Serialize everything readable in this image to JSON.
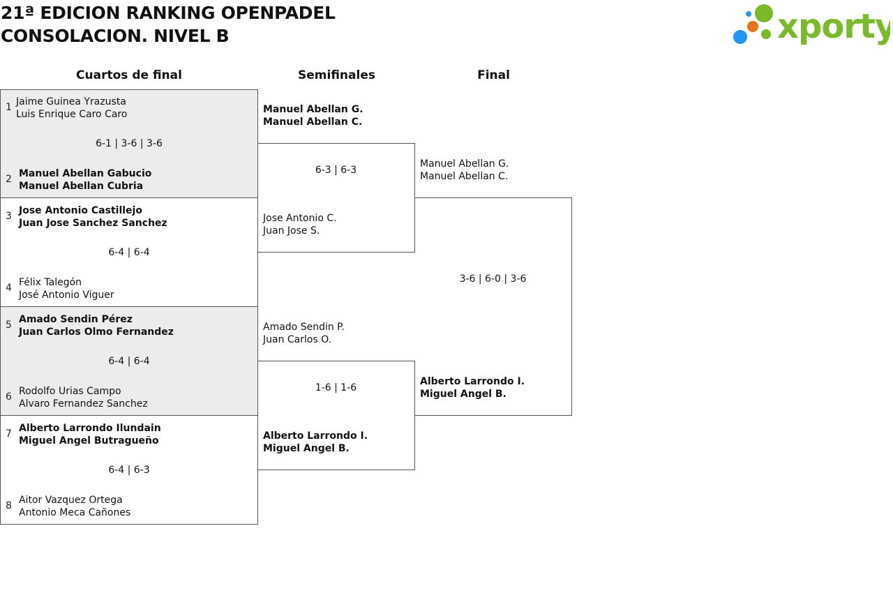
{
  "title": {
    "line1": "21ª EDICION RANKING OPENPADEL",
    "line2": "CONSOLACION. NIVEL B"
  },
  "logo": {
    "text": "xporty",
    "colors": [
      "#2196f3",
      "#e8731a",
      "#7ab929"
    ]
  },
  "rounds": {
    "quarterfinals": "Cuartos de final",
    "semifinals": "Semifinales",
    "final": "Final"
  },
  "quarterfinals": [
    {
      "score": "6-1 | 3-6 | 3-6",
      "shaded": true,
      "team1": {
        "seed": "1",
        "p1": "Jaime Guinea Yrazusta",
        "p2": "Luis Enrique Caro Caro",
        "winner": false
      },
      "team2": {
        "seed": "2",
        "p1": "Manuel Abellan Gabucio",
        "p2": "Manuel Abellan Cubria",
        "winner": true
      }
    },
    {
      "score": "6-4 | 6-4",
      "shaded": false,
      "team1": {
        "seed": "3",
        "p1": "Jose Antonio Castillejo",
        "p2": "Juan Jose Sanchez Sanchez",
        "winner": true
      },
      "team2": {
        "seed": "4",
        "p1": "Félix Talegón",
        "p2": "José Antonio Viguer",
        "winner": false
      }
    },
    {
      "score": "6-4 | 6-4",
      "shaded": true,
      "team1": {
        "seed": "5",
        "p1": "Amado Sendin Pérez",
        "p2": "Juan Carlos Olmo Fernandez",
        "winner": true
      },
      "team2": {
        "seed": "6",
        "p1": "Rodolfo Urias Campo",
        "p2": "Alvaro Fernandez Sanchez",
        "winner": false
      }
    },
    {
      "score": "6-4 | 6-3",
      "shaded": false,
      "team1": {
        "seed": "7",
        "p1": "Alberto Larrondo Ilundain",
        "p2": "Miguel Angel Butragueño",
        "winner": true
      },
      "team2": {
        "seed": "8",
        "p1": "Aitor Vazquez Ortega",
        "p2": "Antonio Meca Cañones",
        "winner": false
      }
    }
  ],
  "semifinals": [
    {
      "score": "6-3 | 6-3",
      "team1": {
        "p1": "Manuel Abellan G.",
        "p2": "Manuel Abellan C.",
        "winner": true
      },
      "team2": {
        "p1": "Jose Antonio C.",
        "p2": "Juan Jose S.",
        "winner": false
      }
    },
    {
      "score": "1-6 | 1-6",
      "team1": {
        "p1": "Amado Sendin P.",
        "p2": "Juan Carlos O.",
        "winner": false
      },
      "team2": {
        "p1": "Alberto Larrondo I.",
        "p2": "Miguel Angel B.",
        "winner": true
      }
    }
  ],
  "final": {
    "score": "3-6 | 6-0 | 3-6",
    "team1": {
      "p1": "Manuel Abellan G.",
      "p2": "Manuel Abellan C.",
      "winner": false
    },
    "team2": {
      "p1": "Alberto Larrondo I.",
      "p2": "Miguel Angel B.",
      "winner": true
    }
  }
}
